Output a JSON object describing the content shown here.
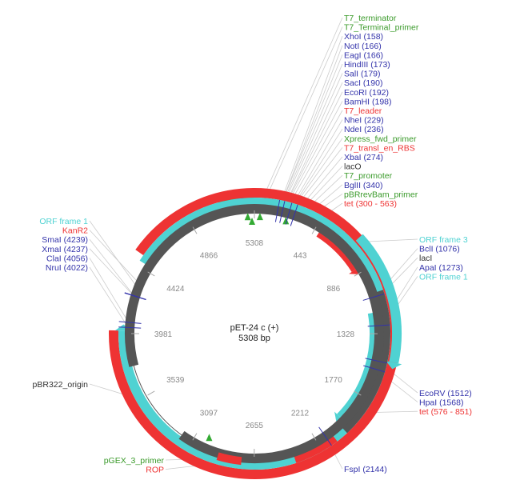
{
  "plasmid": {
    "name": "pET-24 c (+)",
    "size_label": "5308 bp",
    "length": 5308
  },
  "colors": {
    "promoter_primer": "#3a9a2a",
    "restriction": "#3333aa",
    "gene_red": "#ee3333",
    "orf_cyan": "#4fd2d2",
    "misc_gray": "#555555",
    "text_dark": "#333333"
  },
  "ticks": [
    {
      "label": "443",
      "pos": 443
    },
    {
      "label": "886",
      "pos": 886
    },
    {
      "label": "1328",
      "pos": 1328
    },
    {
      "label": "1770",
      "pos": 1770
    },
    {
      "label": "2212",
      "pos": 2212
    },
    {
      "label": "2655",
      "pos": 2655
    },
    {
      "label": "3097",
      "pos": 3097
    },
    {
      "label": "3539",
      "pos": 3539
    },
    {
      "label": "3981",
      "pos": 3981
    },
    {
      "label": "4424",
      "pos": 4424
    },
    {
      "label": "4866",
      "pos": 4866
    },
    {
      "label": "5308",
      "pos": 0
    }
  ],
  "labels_top": [
    {
      "text": "T7_terminator",
      "color": "green",
      "pos": 30
    },
    {
      "text": "T7_Terminal_primer",
      "color": "green",
      "pos": 50
    },
    {
      "text": "XhoI (158)",
      "color": "blue",
      "pos": 158
    },
    {
      "text": "NotI (166)",
      "color": "blue",
      "pos": 166
    },
    {
      "text": "EagI (166)",
      "color": "blue",
      "pos": 166
    },
    {
      "text": "HindIII (173)",
      "color": "blue",
      "pos": 173
    },
    {
      "text": "SalI (179)",
      "color": "blue",
      "pos": 179
    },
    {
      "text": "SacI (190)",
      "color": "blue",
      "pos": 190
    },
    {
      "text": "EcoRI (192)",
      "color": "blue",
      "pos": 192
    },
    {
      "text": "BamHI (198)",
      "color": "blue",
      "pos": 198
    },
    {
      "text": "T7_leader",
      "color": "red",
      "pos": 210
    },
    {
      "text": "NheI (229)",
      "color": "blue",
      "pos": 229
    },
    {
      "text": "NdeI (236)",
      "color": "blue",
      "pos": 236
    },
    {
      "text": "Xpress_fwd_primer",
      "color": "green",
      "pos": 240
    },
    {
      "text": "T7_transl_en_RBS",
      "color": "red",
      "pos": 250
    },
    {
      "text": "XbaI (274)",
      "color": "blue",
      "pos": 274
    },
    {
      "text": "lacO",
      "color": "dark",
      "pos": 290
    },
    {
      "text": "T7_promoter",
      "color": "green",
      "pos": 310
    },
    {
      "text": "BglII (340)",
      "color": "blue",
      "pos": 340
    },
    {
      "text": "pBRrevBam_primer",
      "color": "green",
      "pos": 360
    },
    {
      "text": "tet (300 - 563)",
      "color": "red",
      "pos": 420
    }
  ],
  "labels_right_upper": [
    {
      "text": "ORF frame 3",
      "color": "cyan",
      "pos": 650
    },
    {
      "text": "BclI (1076)",
      "color": "blue",
      "pos": 1076
    },
    {
      "text": "lacI",
      "color": "dark",
      "pos": 1100
    },
    {
      "text": "ApaI (1273)",
      "color": "blue",
      "pos": 1273
    },
    {
      "text": "ORF frame 1",
      "color": "cyan",
      "pos": 1300
    }
  ],
  "labels_right_lower": [
    {
      "text": "EcoRV (1512)",
      "color": "blue",
      "pos": 1512
    },
    {
      "text": "HpaI (1568)",
      "color": "blue",
      "pos": 1568
    },
    {
      "text": "tet (576 - 851)",
      "color": "red",
      "pos": 1900
    }
  ],
  "labels_bottom_right": [
    {
      "text": "FspI (2144)",
      "color": "blue",
      "pos": 2144
    }
  ],
  "labels_left_upper": [
    {
      "text": "ORF frame 1",
      "color": "cyan",
      "pos": 4300
    },
    {
      "text": "KanR2",
      "color": "red",
      "pos": 4330
    },
    {
      "text": "SmaI (4239)",
      "color": "blue",
      "pos": 4239
    },
    {
      "text": "XmaI (4237)",
      "color": "blue",
      "pos": 4237
    },
    {
      "text": "ClaI (4056)",
      "color": "blue",
      "pos": 4056
    },
    {
      "text": "NruI (4022)",
      "color": "blue",
      "pos": 4022
    }
  ],
  "labels_left_mid": [
    {
      "text": "pBR322_origin",
      "color": "dark",
      "pos": 3500
    }
  ],
  "labels_bottom_left": [
    {
      "text": "pGEX_3_primer",
      "color": "green",
      "pos": 2800
    },
    {
      "text": "ROP",
      "color": "red",
      "pos": 2700
    }
  ]
}
